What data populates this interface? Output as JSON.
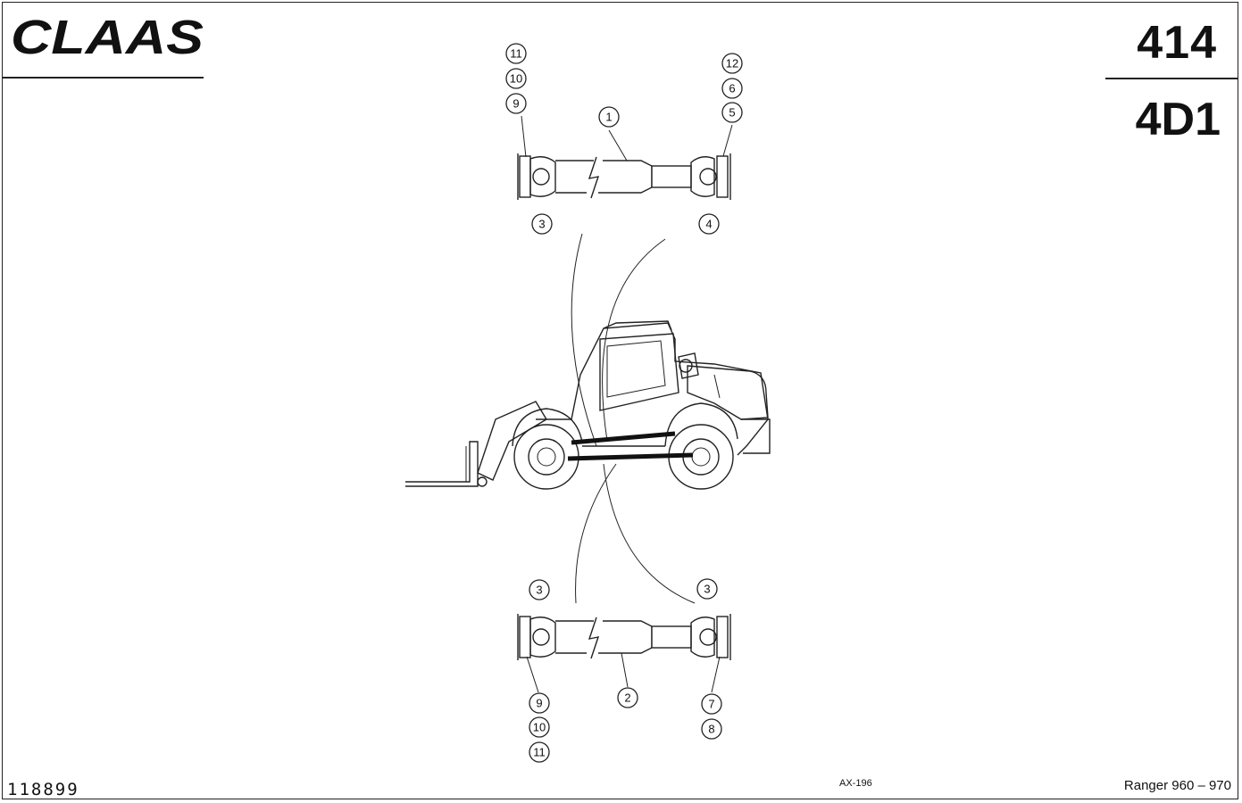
{
  "header": {
    "brand": "CLAAS",
    "sheet_number": "414",
    "group_code": "4D1"
  },
  "footer": {
    "drawing_number": "118899",
    "reference_code": "AX-196",
    "model": "Ranger 960 – 970"
  },
  "callouts": {
    "upper_shaft": {
      "top_left": [
        "11",
        "10",
        "9"
      ],
      "top_right": [
        "12",
        "6",
        "5"
      ],
      "shaft": "1",
      "bottom_left": "3",
      "bottom_right": "4"
    },
    "lower_shaft": {
      "top_left": "3",
      "top_right": "3",
      "shaft": "2",
      "bottom_left": [
        "9",
        "10",
        "11"
      ],
      "bottom_right": [
        "7",
        "8"
      ]
    }
  },
  "colors": {
    "ink": "#222222",
    "paper": "#ffffff"
  }
}
